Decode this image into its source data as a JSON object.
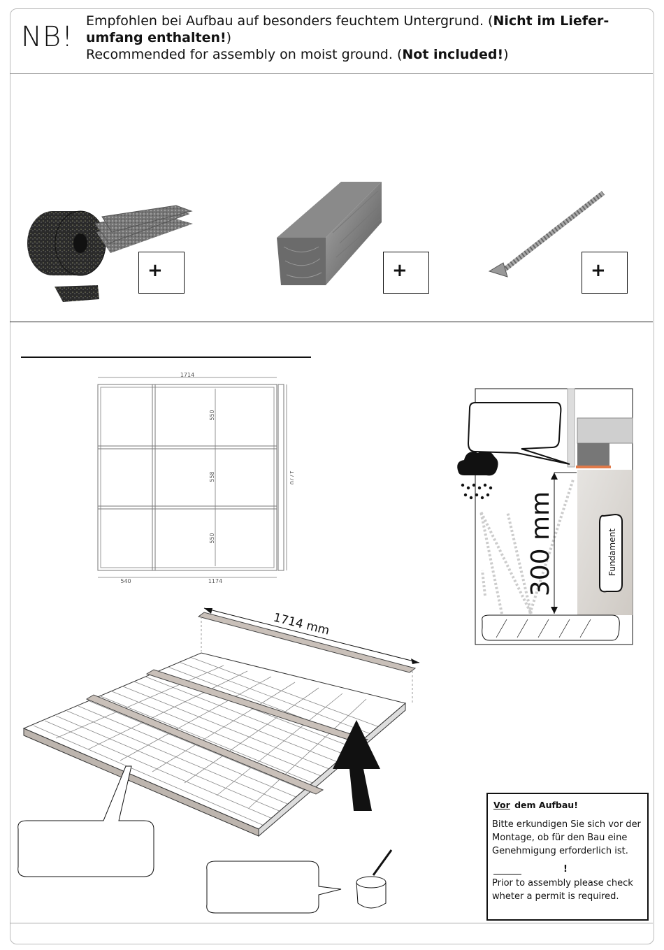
{
  "header": {
    "nb": "NB!",
    "de_text": "Empfohlen bei Aufbau auf besonders feuchtem Untergrund. (",
    "de_bold": "Nicht im Liefer-umfang enthalten!",
    "de_end": ")",
    "en_text": "Recommended for assembly on moist ground. (",
    "en_bold": "Not included!",
    "en_end": ")"
  },
  "accessories": [
    {
      "name": "rubber-pads",
      "plus": "+"
    },
    {
      "name": "wood-beam",
      "plus": "+"
    },
    {
      "name": "screw",
      "plus": "+"
    }
  ],
  "plan": {
    "width_top": "1714",
    "height_right": "1770",
    "row1": "550",
    "row2": "558",
    "row3": "550",
    "bottom_left": "540",
    "bottom_right": "1174"
  },
  "iso": {
    "beam_length": "1714 mm"
  },
  "detail": {
    "height_label": "300 mm",
    "foundation_label": "Fundament"
  },
  "note": {
    "title_underlined": "Vor",
    "title_rest": " dem Aufbau!",
    "de": "Bitte erkundigen Sie sich vor der Montage, ob für den Bau eine Genehmigung erforderlich ist.",
    "en_mark": "!",
    "en": "Prior to assembly please check wheter a permit is required."
  }
}
